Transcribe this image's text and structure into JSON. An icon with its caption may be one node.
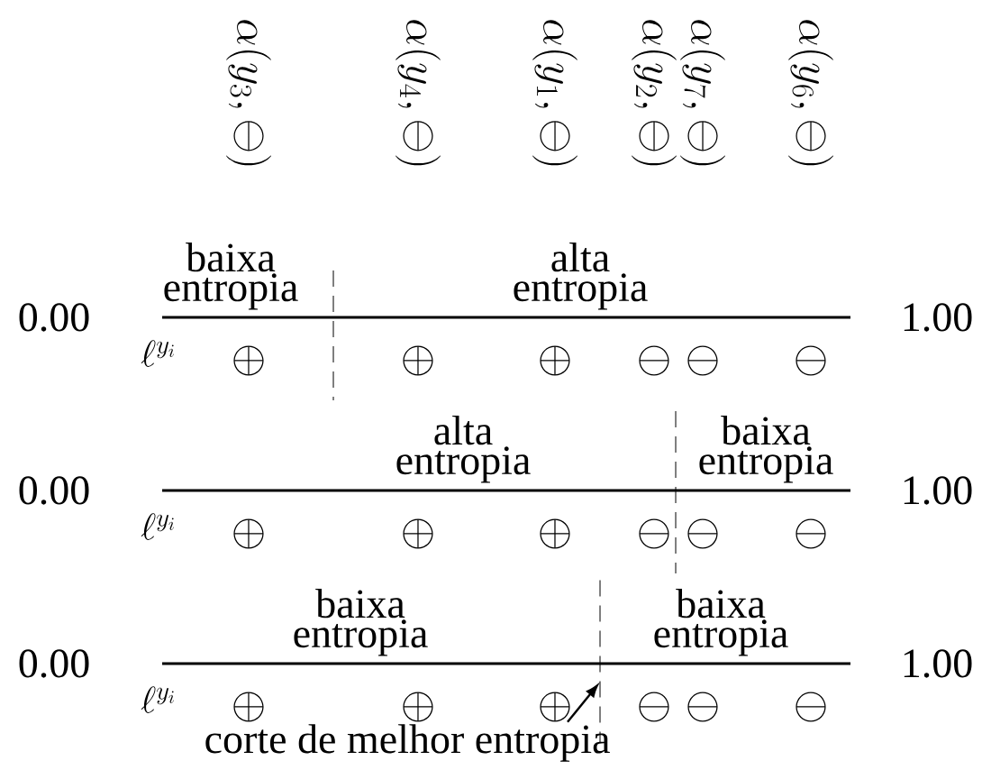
{
  "diagram": {
    "nodes": [
      {
        "text": [
          "corte de melhor entropia"
        ]
      },
      {
        "text": [],
        "shape": "line"
      }
    ],
    "edges": [
      {
        "from": 0,
        "to": 1,
        "arrow": "to"
      }
    ],
    "labels": [
      "\\alpha(y_3,\\ominus)",
      "\\alpha(y_4,\\ominus)",
      "\\alpha(y_1,\\ominus)",
      "\\alpha(y_2,\\ominus)",
      "\\alpha(y_7,\\ominus)",
      "\\alpha(y_6,\\ominus)",
      "baixa entropia",
      "alta entropia",
      "0.00",
      "1.00",
      "\\ell^{y_i}",
      "\\oplus",
      "\\oplus",
      "\\oplus",
      "\\ominus",
      "\\ominus",
      "\\ominus",
      "alta entropia",
      "baixa entropia",
      "0.00",
      "1.00",
      "\\ell^{y_i}",
      "\\oplus",
      "\\oplus",
      "\\oplus",
      "\\ominus",
      "\\ominus",
      "\\ominus",
      "baixa entropia",
      "baixa entropia",
      "0.00",
      "1.00",
      "\\ell^{y_i}",
      "\\oplus",
      "\\oplus",
      "\\oplus",
      "\\ominus",
      "\\ominus",
      "\\ominus"
    ]
  }
}
